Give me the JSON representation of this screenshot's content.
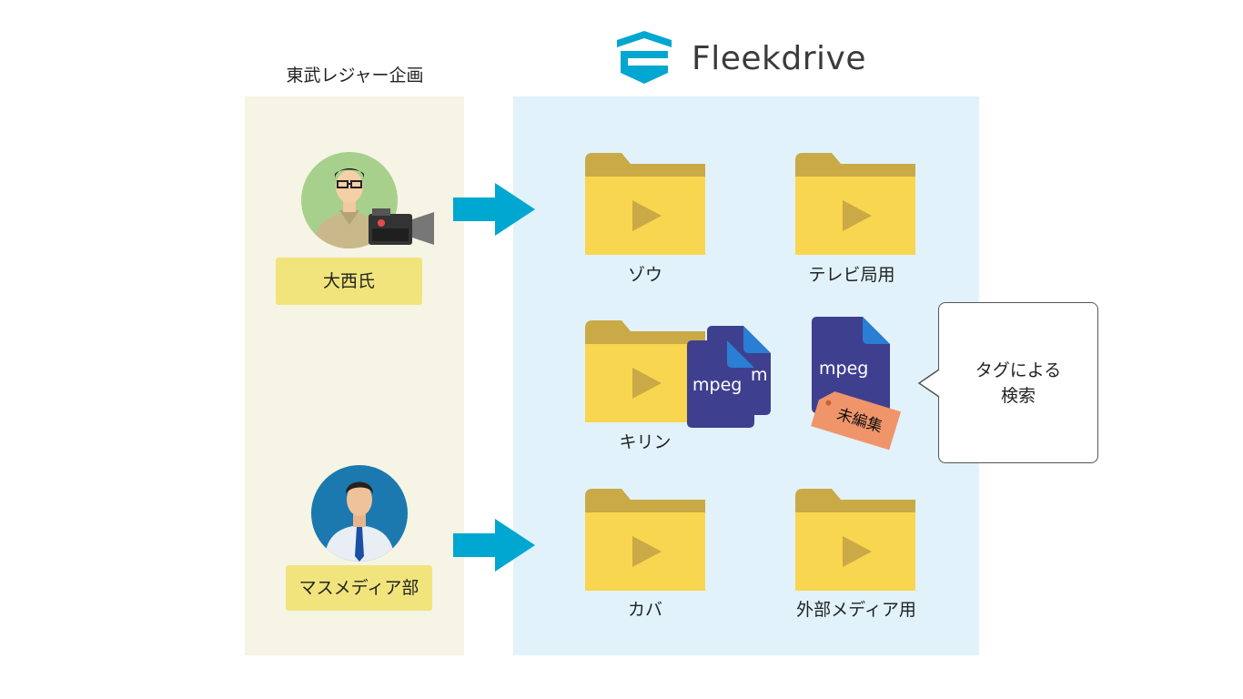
{
  "logo": {
    "name": "Fleekdrive"
  },
  "left": {
    "title": "東武レジャー企画",
    "users": [
      {
        "name": "大西氏"
      },
      {
        "name": "マスメディア部"
      }
    ]
  },
  "folders": [
    {
      "label": "ゾウ"
    },
    {
      "label": "テレビ局用"
    },
    {
      "label": "キリン"
    },
    {
      "label": "カバ"
    },
    {
      "label": "外部メディア用"
    }
  ],
  "files": {
    "stack_label": "mpeg",
    "stack_back_label": "m",
    "single_label": "mpeg",
    "tag_label": "未編集"
  },
  "callout": {
    "line1": "タグによる",
    "line2": "検索"
  },
  "colors": {
    "left_panel": "#f6f4e4",
    "right_panel": "#e1f2fb",
    "arrow": "#00a7d0",
    "folder": "#f9d64f",
    "folder_tab": "#c9aa46",
    "play": "#c9aa46",
    "file": "#3f3f8f",
    "file_fold": "#2a7fd4",
    "tag": "#f0956a",
    "name_label": "#f1e47c"
  }
}
